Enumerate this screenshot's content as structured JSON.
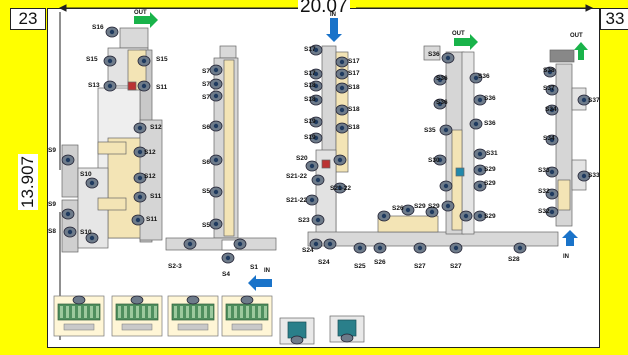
{
  "corners": {
    "left": "23",
    "right": "33"
  },
  "dimensions": {
    "width": "20.07",
    "height": "13.907"
  },
  "flow": {
    "out_top": "OUT",
    "in_mid": "IN",
    "out_mid": "OUT",
    "in_bottom": "IN",
    "out_right": "OUT",
    "in_right": "IN"
  },
  "stations": {
    "s16": "S16",
    "s15a": "S15",
    "s15b": "S15",
    "s13": "S13",
    "s11a": "S11",
    "s12a": "S12",
    "s12b": "S12",
    "s12c": "S12",
    "s11b": "S11",
    "s11c": "S11",
    "s9": "S9",
    "s10a": "S10",
    "s9b": "S9",
    "s8": "S8",
    "s10b": "S10",
    "s7a": "S7",
    "s7b": "S7",
    "s7c": "S7",
    "s6a": "S6",
    "s6b": "S6",
    "s5a": "S5",
    "s5b": "S5",
    "s23": "S2-3",
    "s4": "S4",
    "s1": "S1",
    "s17a": "S17",
    "s17b": "S17",
    "s17c": "S17",
    "s17d": "S17",
    "s18a": "S18",
    "s18b": "S18",
    "s18c": "S18",
    "s18d": "S18",
    "s18e": "S18",
    "s19a": "S19",
    "s19b": "S19",
    "s20": "S20",
    "s2122a": "S21-22",
    "s2122b": "S21-22",
    "s2122c": "S21-22",
    "s23b": "S23",
    "s24": "S24",
    "s24b": "S24",
    "s25": "S25",
    "s26a": "S26",
    "s26b": "S26",
    "s27a": "S27",
    "s27b": "S27",
    "s28": "S28",
    "s29a": "S29",
    "s29b": "S29",
    "s29c": "S29",
    "s29d": "S29",
    "s29e": "S29",
    "s30": "S30",
    "s31": "S31",
    "s35": "S35",
    "s36a": "S36",
    "s36b": "S36",
    "s36c": "S36",
    "s36d": "S36",
    "s36e": "S36",
    "s36f": "S36",
    "s37a": "S37",
    "s37b": "S37",
    "s38": "S38",
    "s34a": "S34",
    "s34b": "S34",
    "s33a": "S33",
    "s33b": "S33",
    "s32a": "S32",
    "s32b": "S32"
  },
  "colors": {
    "background": "#ffff00",
    "arrow_green": "#19b34a",
    "arrow_blue": "#1a73c9",
    "station": "#6e7b8a",
    "table": "#f3e4b5"
  }
}
